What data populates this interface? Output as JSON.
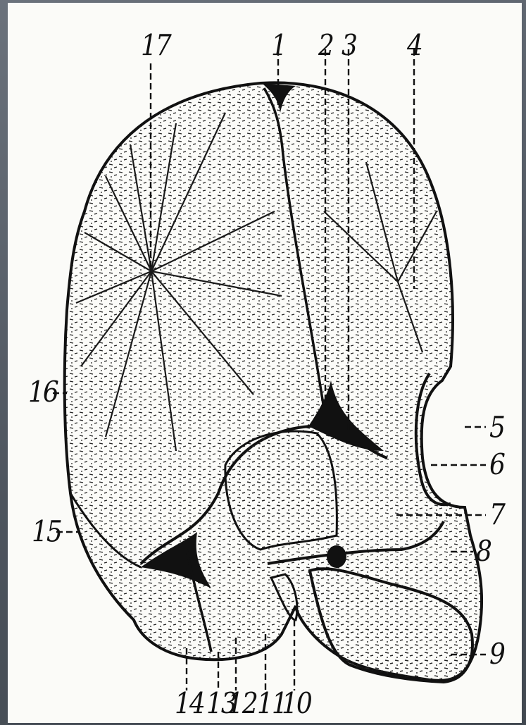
{
  "labels": {
    "l1": "1",
    "l2": "2",
    "l3": "3",
    "l4": "4",
    "l5": "5",
    "l6": "6",
    "l7": "7",
    "l8": "8",
    "l9": "9",
    "l10": "10",
    "l11": "11",
    "l12": "12",
    "l13": "13",
    "l14": "14",
    "l15": "15",
    "l16": "16",
    "l17": "17"
  }
}
